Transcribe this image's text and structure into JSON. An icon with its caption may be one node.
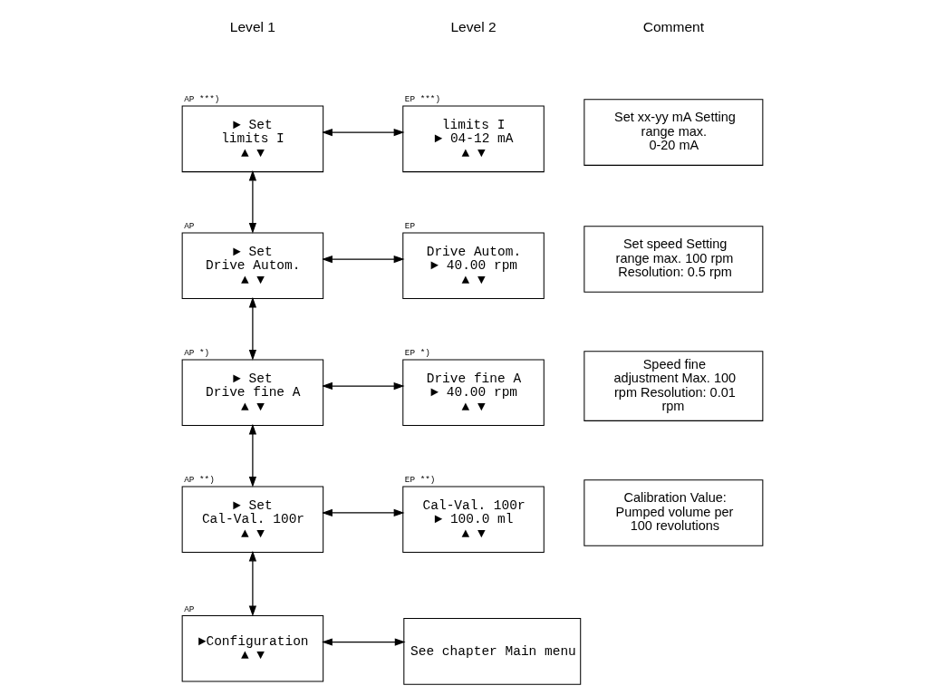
{
  "diagram": {
    "nodes": [
      {
        "text": [
          "► Set",
          "limits I",
          "▲ ▼"
        ],
        "beside": [
          "AP ***)"
        ]
      },
      {
        "text": [
          "limits I",
          "► 04-12 mA",
          "▲ ▼"
        ],
        "beside": [
          "EP ***)"
        ]
      },
      {
        "text": [
          "Set xx-yy mA Setting range max.",
          "0-20 mA"
        ]
      },
      {
        "text": [
          "► Set",
          "Drive Autom.",
          "▲ ▼"
        ],
        "beside": [
          "AP"
        ]
      },
      {
        "text": [
          "Drive Autom.",
          "► 40.00 rpm",
          "▲ ▼"
        ],
        "beside": [
          "EP"
        ]
      },
      {
        "text": [
          "Set speed Setting range max. 100 rpm Resolution: 0.5 rpm"
        ]
      },
      {
        "text": [
          "► Set",
          "Drive fine A",
          "▲ ▼"
        ],
        "beside": [
          "AP *)"
        ]
      },
      {
        "text": [
          "Drive fine A",
          "► 40.00 rpm",
          "▲ ▼"
        ],
        "beside": [
          "EP *)"
        ]
      },
      {
        "text": [
          "Speed fine adjustment Max. 100 rpm Resolution: 0.01 rpm"
        ]
      },
      {
        "text": [
          "► Set",
          "Cal-Val. 100r",
          "▲ ▼"
        ],
        "beside": [
          "AP **)"
        ]
      },
      {
        "text": [
          "Cal-Val. 100r",
          "► 100.0 ml",
          "▲ ▼"
        ],
        "beside": [
          "EP **)"
        ]
      },
      {
        "text": [
          "Calibration Value: Pumped volume per 100 revolutions"
        ]
      },
      {
        "text": [
          "►Configuration",
          "▲ ▼"
        ],
        "beside": [
          "AP"
        ]
      },
      {
        "text": [
          "See chapter Main menu"
        ]
      }
    ],
    "edges": [
      {
        "from": 0,
        "to": 1,
        "arrow": "both"
      },
      {
        "from": 0,
        "to": 3,
        "arrow": "both"
      },
      {
        "from": 3,
        "to": 4,
        "arrow": "both"
      },
      {
        "from": 3,
        "to": 6,
        "arrow": "both"
      },
      {
        "from": 6,
        "to": 7,
        "arrow": "both"
      },
      {
        "from": 6,
        "to": 9,
        "arrow": "both"
      },
      {
        "from": 9,
        "to": 10,
        "arrow": "both"
      },
      {
        "from": 9,
        "to": 12,
        "arrow": "both"
      },
      {
        "from": 12,
        "to": 13,
        "arrow": "both"
      }
    ],
    "labels": [
      "Level 1",
      "Level 2",
      "Comment"
    ]
  }
}
